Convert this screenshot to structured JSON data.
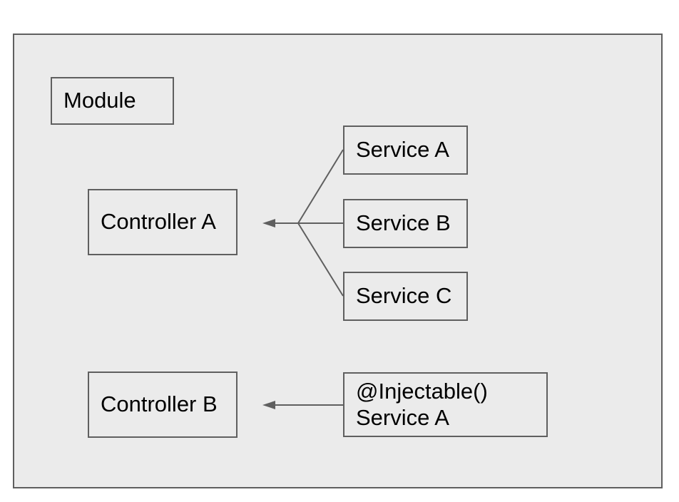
{
  "colors": {
    "page-bg": "#ffffff",
    "frame-fill": "#ebebeb",
    "box-fill": "#ebebeb",
    "stroke": "#5f5f5f",
    "text": "#000000"
  },
  "nodes": {
    "module": {
      "label": "Module"
    },
    "controller_a": {
      "label": "Controller A"
    },
    "service_a": {
      "label": "Service A"
    },
    "service_b": {
      "label": "Service B"
    },
    "service_c": {
      "label": "Service C"
    },
    "controller_b": {
      "label": "Controller B"
    },
    "injectable_service_a": {
      "lines": [
        "@Injectable()",
        "Service A"
      ]
    }
  },
  "edges": [
    {
      "from": "Service A",
      "to": "Controller A",
      "style": "line-with-left-arrowhead"
    },
    {
      "from": "Service B",
      "to": "Controller A",
      "style": "line-with-left-arrowhead"
    },
    {
      "from": "Service C",
      "to": "Controller A",
      "style": "line-with-left-arrowhead"
    },
    {
      "from": "@Injectable() Service A",
      "to": "Controller B",
      "style": "line-with-left-arrowhead"
    }
  ]
}
